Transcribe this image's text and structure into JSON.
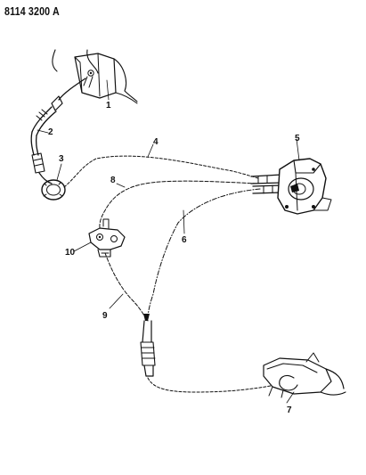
{
  "header": {
    "reference_code": "8114 3200 A"
  },
  "callouts": {
    "c1": "1",
    "c2": "2",
    "c3": "3",
    "c4": "4",
    "c5": "5",
    "c6": "6",
    "c7": "7",
    "c8": "8",
    "c9": "9",
    "c10": "10"
  },
  "colors": {
    "ink": "#111111",
    "paper": "#ffffff"
  }
}
